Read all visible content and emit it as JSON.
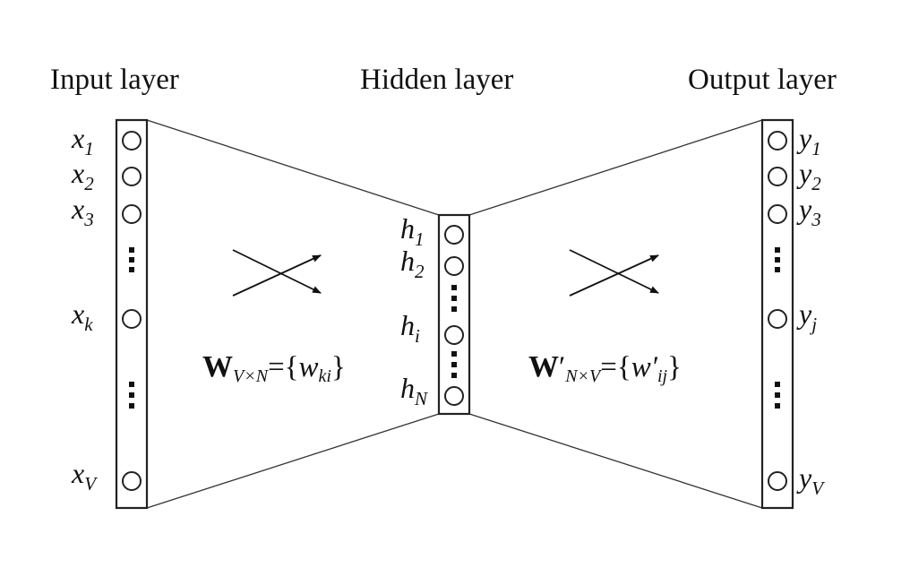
{
  "layers": {
    "input": {
      "title": "Input layer",
      "nodes": [
        {
          "base": "x",
          "sub": "1"
        },
        {
          "base": "x",
          "sub": "2"
        },
        {
          "base": "x",
          "sub": "3"
        },
        {
          "base": "x",
          "sub": "k"
        },
        {
          "base": "x",
          "sub": "V"
        }
      ]
    },
    "hidden": {
      "title": "Hidden layer",
      "nodes": [
        {
          "base": "h",
          "sub": "1"
        },
        {
          "base": "h",
          "sub": "2"
        },
        {
          "base": "h",
          "sub": "i"
        },
        {
          "base": "h",
          "sub": "N"
        }
      ]
    },
    "output": {
      "title": "Output layer",
      "nodes": [
        {
          "base": "y",
          "sub": "1"
        },
        {
          "base": "y",
          "sub": "2"
        },
        {
          "base": "y",
          "sub": "3"
        },
        {
          "base": "y",
          "sub": "j"
        },
        {
          "base": "y",
          "sub": "V"
        }
      ]
    }
  },
  "weights": {
    "input_hidden": {
      "symbol": "W",
      "dims": "V×N",
      "eq": "={",
      "elem": "w",
      "elem_sub": "ki",
      "close": "}"
    },
    "hidden_output": {
      "symbol": "W",
      "prime": "′",
      "dims": "N×V",
      "eq": "={",
      "elem": "w′",
      "elem_sub": "ij",
      "close": "}"
    }
  }
}
